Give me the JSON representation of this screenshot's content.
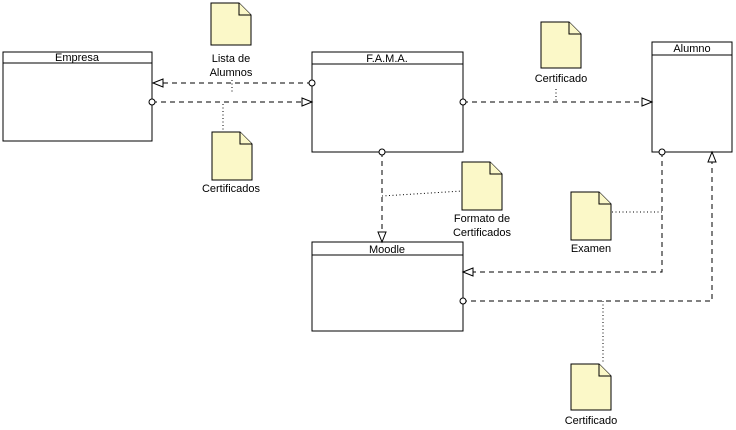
{
  "colors": {
    "note_fill": "#fbf8c8",
    "line": "#000000",
    "box_fill": "#ffffff"
  },
  "boxes": {
    "empresa": {
      "title": "Empresa"
    },
    "fama": {
      "title": "F.A.M.A."
    },
    "alumno": {
      "title": "Alumno"
    },
    "moodle": {
      "title": "Moodle"
    }
  },
  "notes": {
    "lista_alumnos": [
      "Lista de",
      "Alumnos"
    ],
    "certificados_empresa": [
      "Certificados"
    ],
    "certificado_alumno": [
      "Certificado"
    ],
    "formato_certificados": [
      "Formato de",
      "Certificados"
    ],
    "examen": [
      "Examen"
    ],
    "certificado_moodle": [
      "Certificado"
    ]
  }
}
